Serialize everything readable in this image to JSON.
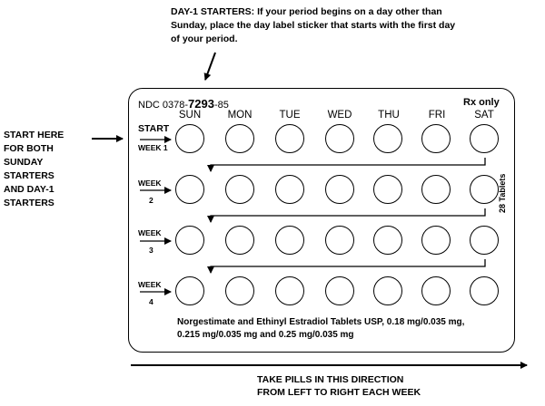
{
  "top_note": {
    "lines": [
      "DAY-1 STARTERS: If your period begins on a day other than",
      "Sunday, place the day label sticker that starts with the first day",
      "of your period."
    ]
  },
  "start_here": {
    "lines": [
      "START HERE",
      "FOR BOTH",
      "SUNDAY",
      "STARTERS",
      "AND DAY-1",
      "STARTERS"
    ]
  },
  "card": {
    "ndc_prefix": "NDC 0378-",
    "ndc_main": "7293",
    "ndc_suffix": "-85",
    "rx": "Rx only",
    "days": [
      "SUN",
      "MON",
      "TUE",
      "WED",
      "THU",
      "FRI",
      "SAT"
    ],
    "weeks": [
      {
        "top": "START",
        "bottom": "WEEK 1"
      },
      {
        "top": "WEEK",
        "bottom": "2"
      },
      {
        "top": "WEEK",
        "bottom": "3"
      },
      {
        "top": "WEEK",
        "bottom": "4"
      }
    ],
    "tablet_count": "28 Tablets",
    "product_lines": [
      "Norgestimate and Ethinyl Estradiol Tablets USP, 0.18 mg/0.035 mg,",
      "0.215 mg/0.035 mg and 0.25 mg/0.035 mg"
    ]
  },
  "direction": {
    "lines": [
      "TAKE PILLS IN THIS DIRECTION",
      "FROM LEFT TO RIGHT EACH WEEK"
    ]
  }
}
